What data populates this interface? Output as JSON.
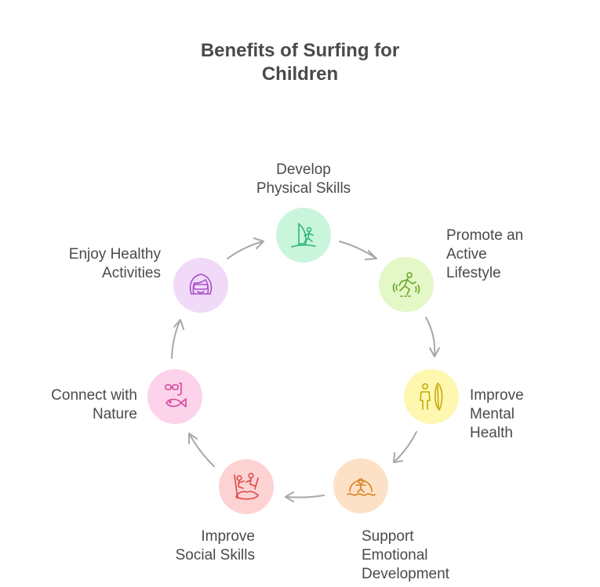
{
  "title": {
    "line1": "Benefits of Surfing for",
    "line2": "Children"
  },
  "colors": {
    "arrow": "#a8a8a8",
    "physical": {
      "bg": "#c9f5dc",
      "icon": "#2fb57a"
    },
    "active": {
      "bg": "#e3f7c7",
      "icon": "#6aa52a"
    },
    "mental": {
      "bg": "#fdf7b0",
      "icon": "#c9a80e"
    },
    "emotional": {
      "bg": "#fde1c6",
      "icon": "#d7801f"
    },
    "social": {
      "bg": "#fdd2d2",
      "icon": "#d94a4a"
    },
    "nature": {
      "bg": "#fcd3ea",
      "icon": "#d6469a"
    },
    "healthy": {
      "bg": "#f1daf8",
      "icon": "#a94fcb"
    }
  },
  "nodes": {
    "physical": {
      "icon": "windsurfer-icon",
      "lines": [
        "Develop",
        "Physical Skills"
      ]
    },
    "active": {
      "icon": "runner-icon",
      "lines": [
        "Promote an",
        "Active",
        "Lifestyle"
      ]
    },
    "mental": {
      "icon": "surfer-with-board-icon",
      "lines": [
        "Improve",
        "Mental",
        "Health"
      ]
    },
    "emotional": {
      "icon": "person-in-wave-icon",
      "lines": [
        "Support",
        "Emotional",
        "Development"
      ]
    },
    "social": {
      "icon": "paddlers-icon",
      "lines": [
        "Improve",
        "Social Skills"
      ]
    },
    "nature": {
      "icon": "snorkel-fish-icon",
      "lines": [
        "Connect with",
        "Nature"
      ]
    },
    "healthy": {
      "icon": "girl-face-icon",
      "lines": [
        "Enjoy Healthy",
        "Activities"
      ]
    }
  }
}
